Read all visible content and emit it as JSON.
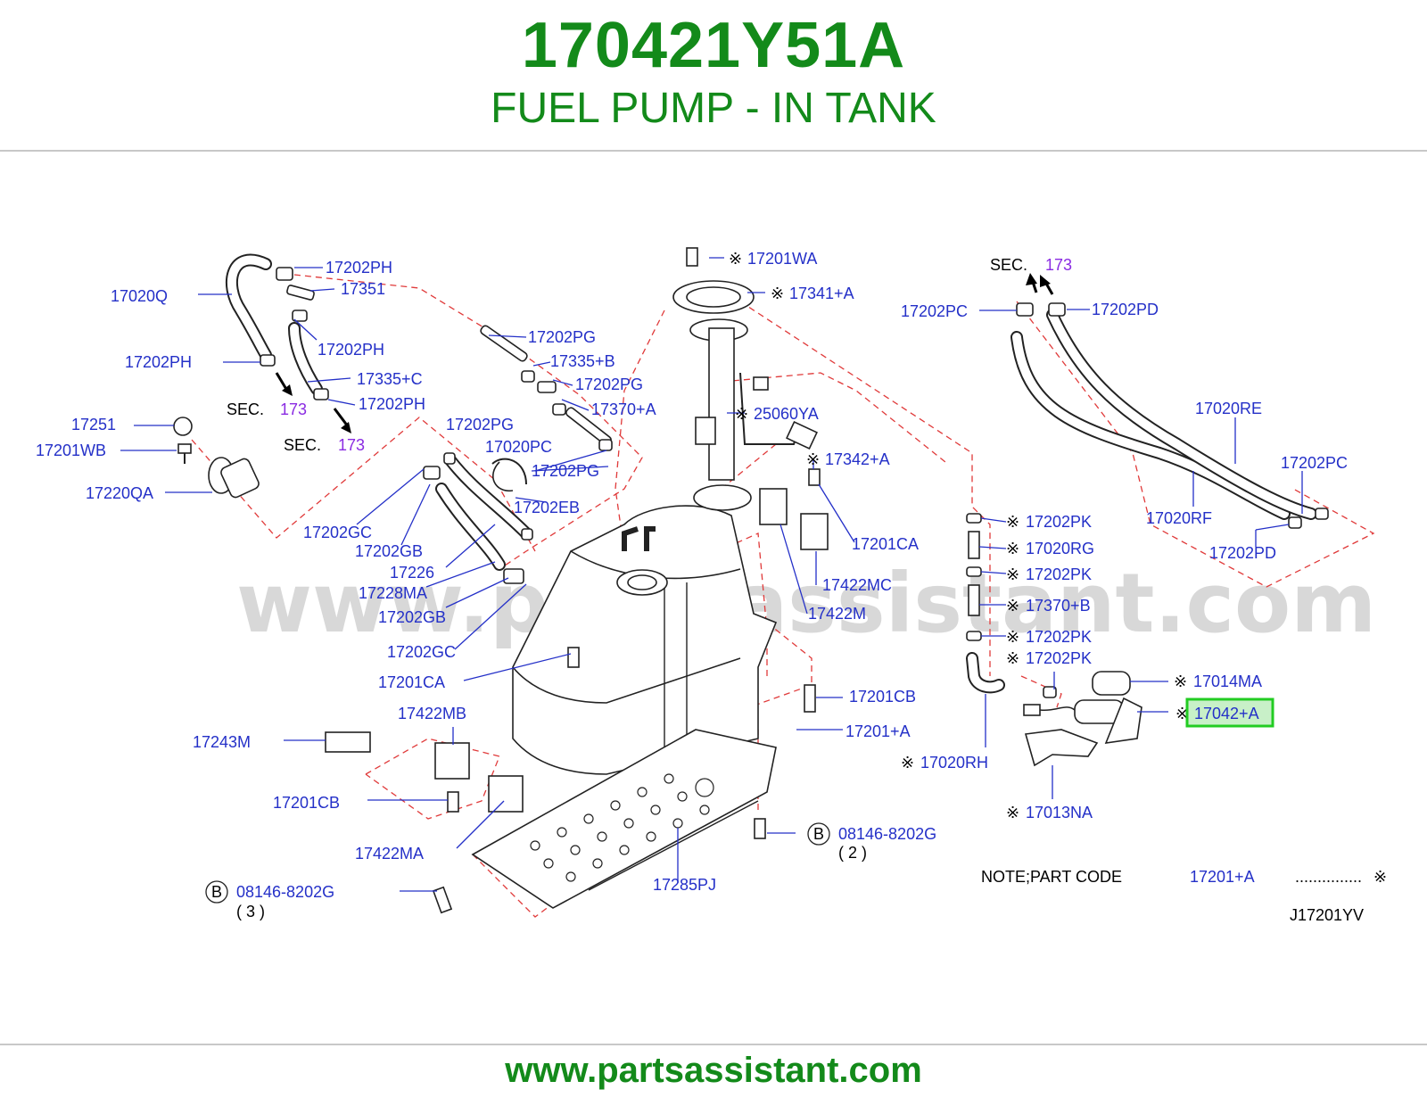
{
  "header": {
    "part_number": "170421Y51A",
    "title": "FUEL PUMP - IN TANK"
  },
  "watermark": "www.partsassistant.com",
  "footer": {
    "url": "www.partsassistant.com"
  },
  "colors": {
    "brand_green": "#138a1a",
    "label_blue": "#2430c8",
    "sec_purple": "#8a2be2",
    "dashed_red": "#e03a3a",
    "highlight": "#22cc22"
  },
  "labels": {
    "l_17202PH_a": "17202PH",
    "l_17351": "17351",
    "l_17020Q": "17020Q",
    "l_17202PH_b": "17202PH",
    "l_17202PH_c": "17202PH",
    "l_17335C": "17335+C",
    "l_17202PH_d": "17202PH",
    "sec1": "SEC.",
    "sec1_num": "173",
    "sec2": "SEC.",
    "sec2_num": "173",
    "l_17251": "17251",
    "l_17201WB": "17201WB",
    "l_17220QA": "17220QA",
    "l_17202PG_a": "17202PG",
    "l_17335B": "17335+B",
    "l_17202PG_b": "17202PG",
    "l_17370A": "17370+A",
    "l_17202PG_c": "17202PG",
    "l_17020PC": "17020PC",
    "l_17202PG_d": "17202PG",
    "l_17202EB": "17202EB",
    "l_17202GC_a": "17202GC",
    "l_17202GB_a": "17202GB",
    "l_17226": "17226",
    "l_17228MA": "17228MA",
    "l_17202GB_b": "17202GB",
    "l_17202GC_b": "17202GC",
    "l_17201CA_a": "17201CA",
    "l_17422MB": "17422MB",
    "l_17243M": "17243M",
    "l_17201CB_a": "17201CB",
    "l_17422MA": "17422MA",
    "l_08146_a": "08146-8202G",
    "qty_a": "( 3 )",
    "l_17285PJ": "17285PJ",
    "l_08146_b": "08146-8202G",
    "qty_b": "( 2 )",
    "l_17201A": "17201+A",
    "l_17201CB_b": "17201CB",
    "l_17422M": "17422M",
    "l_17422MC": "17422MC",
    "l_17201CA_b": "17201CA",
    "l_17342A": "17342+A",
    "l_25060YA": "25060YA",
    "l_17341A": "17341+A",
    "l_17201WA": "17201WA",
    "sec3": "SEC.",
    "sec3_num": "173",
    "l_17202PC_a": "17202PC",
    "l_17202PD_a": "17202PD",
    "l_17020RE": "17020RE",
    "l_17202PC_b": "17202PC",
    "l_17020RF": "17020RF",
    "l_17202PD_b": "17202PD",
    "l_17202PK_a": "17202PK",
    "l_17020RG": "17020RG",
    "l_17202PK_b": "17202PK",
    "l_17370B": "17370+B",
    "l_17202PK_c": "17202PK",
    "l_17202PK_d": "17202PK",
    "l_17014MA": "17014MA",
    "l_17042A": "17042+A",
    "l_17020RH": "17020RH",
    "l_17013NA": "17013NA",
    "circle_b": "B",
    "asterisk": "※",
    "note_text": "NOTE;PART   CODE",
    "note_part": "17201+A",
    "note_dots": "...............",
    "diagram_code": "J17201YV"
  }
}
